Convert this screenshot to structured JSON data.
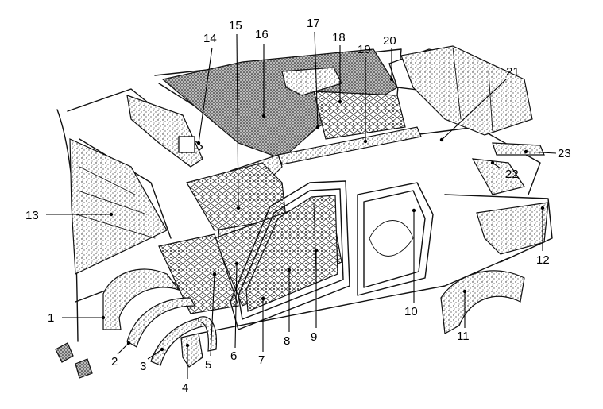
{
  "callouts": [
    {
      "id": "1",
      "text": "1"
    },
    {
      "id": "2",
      "text": "2"
    },
    {
      "id": "3",
      "text": "3"
    },
    {
      "id": "4",
      "text": "4"
    },
    {
      "id": "5",
      "text": "5"
    },
    {
      "id": "6",
      "text": "6"
    },
    {
      "id": "7",
      "text": "7"
    },
    {
      "id": "8",
      "text": "8"
    },
    {
      "id": "9",
      "text": "9"
    },
    {
      "id": "10",
      "text": "10"
    },
    {
      "id": "11",
      "text": "11"
    },
    {
      "id": "12",
      "text": "12"
    },
    {
      "id": "13",
      "text": "13"
    },
    {
      "id": "14",
      "text": "14"
    },
    {
      "id": "15",
      "text": "15"
    },
    {
      "id": "16",
      "text": "16"
    },
    {
      "id": "17",
      "text": "17"
    },
    {
      "id": "18",
      "text": "18"
    },
    {
      "id": "19",
      "text": "19"
    },
    {
      "id": "20",
      "text": "20"
    },
    {
      "id": "21",
      "text": "21"
    },
    {
      "id": "22",
      "text": "22"
    },
    {
      "id": "23",
      "text": "23"
    }
  ],
  "colors": {
    "ink": "#111111",
    "background": "#ffffff"
  }
}
